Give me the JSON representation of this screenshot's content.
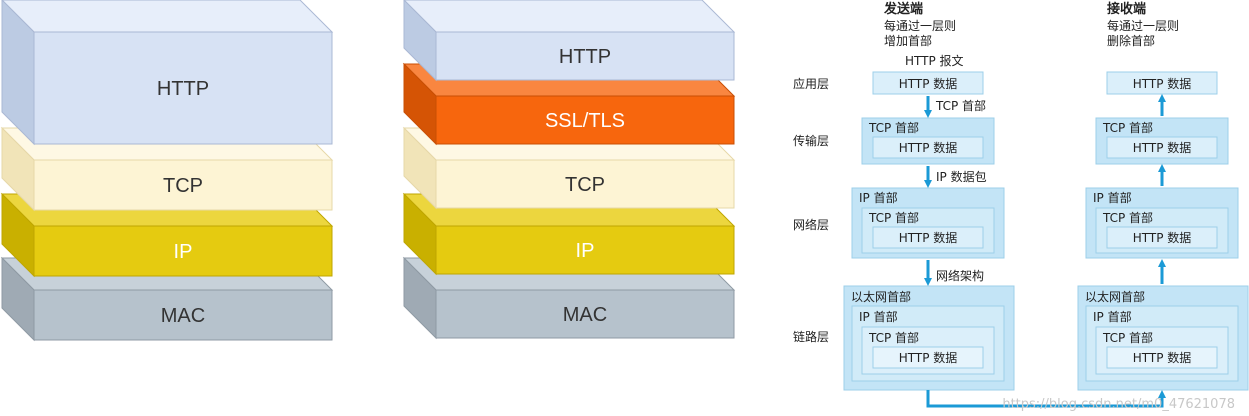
{
  "stack_left": {
    "layers": [
      {
        "label": "HTTP",
        "face": "#d7e2f4",
        "top": "#e7eefa",
        "side": "#bccbe3",
        "text": "#333333",
        "edge": "#aab8d4"
      },
      {
        "label": "TCP",
        "face": "#fdf4d4",
        "top": "#fef8e4",
        "side": "#f1e4b8",
        "text": "#333333",
        "edge": "#e6d8a8"
      },
      {
        "label": "IP",
        "face": "#e5cb10",
        "top": "#ecd63e",
        "side": "#c9b000",
        "text": "#ffffff",
        "edge": "#bfa600"
      },
      {
        "label": "MAC",
        "face": "#b6c2cc",
        "top": "#c7d1d9",
        "side": "#9faab4",
        "text": "#333333",
        "edge": "#8f9aa4"
      }
    ]
  },
  "stack_right": {
    "layers": [
      {
        "label": "HTTP",
        "face": "#d7e2f4",
        "top": "#e7eefa",
        "side": "#bccbe3",
        "text": "#333333",
        "edge": "#aab8d4"
      },
      {
        "label": "SSL/TLS",
        "face": "#f7660d",
        "top": "#f98640",
        "side": "#d55405",
        "text": "#ffffff",
        "edge": "#c94f04"
      },
      {
        "label": "TCP",
        "face": "#fdf4d4",
        "top": "#fef8e4",
        "side": "#f1e4b8",
        "text": "#333333",
        "edge": "#e6d8a8"
      },
      {
        "label": "IP",
        "face": "#e5cb10",
        "top": "#ecd63e",
        "side": "#c9b000",
        "text": "#ffffff",
        "edge": "#bfa600"
      },
      {
        "label": "MAC",
        "face": "#b6c2cc",
        "top": "#c7d1d9",
        "side": "#9faab4",
        "text": "#333333",
        "edge": "#8f9aa4"
      }
    ]
  },
  "encapsulation": {
    "sender": {
      "title": "发送端",
      "note_line1": "每通过一层则",
      "note_line2": "增加首部"
    },
    "receiver": {
      "title": "接收端",
      "note_line1": "每通过一层则",
      "note_line2": "删除首部"
    },
    "layers": [
      "应用层",
      "传输层",
      "网络层",
      "链路层"
    ],
    "boxes": {
      "http_data": "HTTP 数据",
      "tcp_header": "TCP 首部",
      "ip_header": "IP 首部",
      "ethernet_header": "以太网首部"
    },
    "arrow_labels": [
      "HTTP 报文",
      "TCP 首部",
      "IP 数据包",
      "网络架构"
    ],
    "colors": {
      "arrow": "#1b9ad6",
      "box_fill": "#c3e4f6",
      "box_stroke": "#9dcfe9",
      "inner_fill": "#dbeffa"
    }
  },
  "watermark": "https://blog.csdn.net/m0_47621078"
}
